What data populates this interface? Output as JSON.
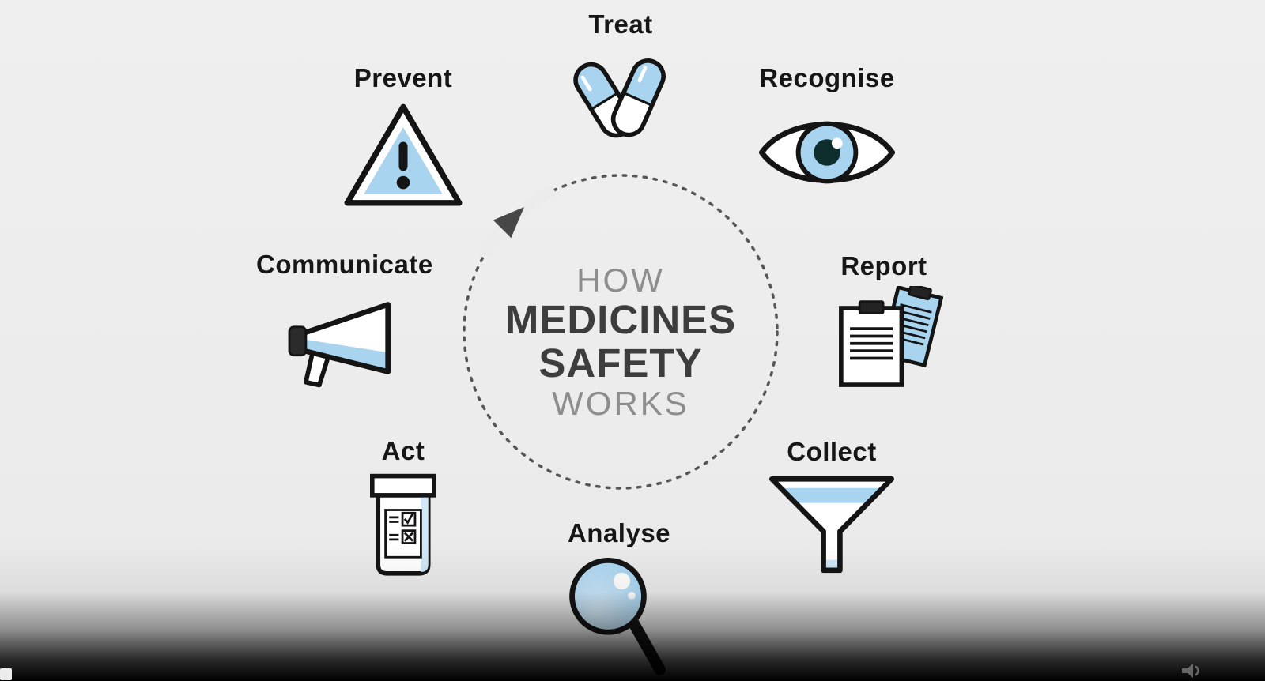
{
  "diagram": {
    "center": {
      "line1": "HOW",
      "line2": "MEDICINES",
      "line3": "SAFETY",
      "line4": "WORKS"
    },
    "steps": [
      {
        "id": "treat",
        "label": "Treat",
        "icon": "pills-icon"
      },
      {
        "id": "recognise",
        "label": "Recognise",
        "icon": "eye-icon"
      },
      {
        "id": "report",
        "label": "Report",
        "icon": "clipboards-icon"
      },
      {
        "id": "collect",
        "label": "Collect",
        "icon": "funnel-icon"
      },
      {
        "id": "analyse",
        "label": "Analyse",
        "icon": "magnifier-icon"
      },
      {
        "id": "act",
        "label": "Act",
        "icon": "pill-bottle-icon"
      },
      {
        "id": "communicate",
        "label": "Communicate",
        "icon": "megaphone-icon"
      },
      {
        "id": "prevent",
        "label": "Prevent",
        "icon": "warning-triangle-icon"
      }
    ],
    "colors": {
      "background": "#ececec",
      "accent_blue": "#a8d4f0",
      "outline": "#141414",
      "muted_text": "#8d8d8d",
      "dark_text": "#3d3d3d",
      "dashed_circle": "#565656"
    }
  },
  "player": {
    "volume_icon": "volume-icon"
  }
}
